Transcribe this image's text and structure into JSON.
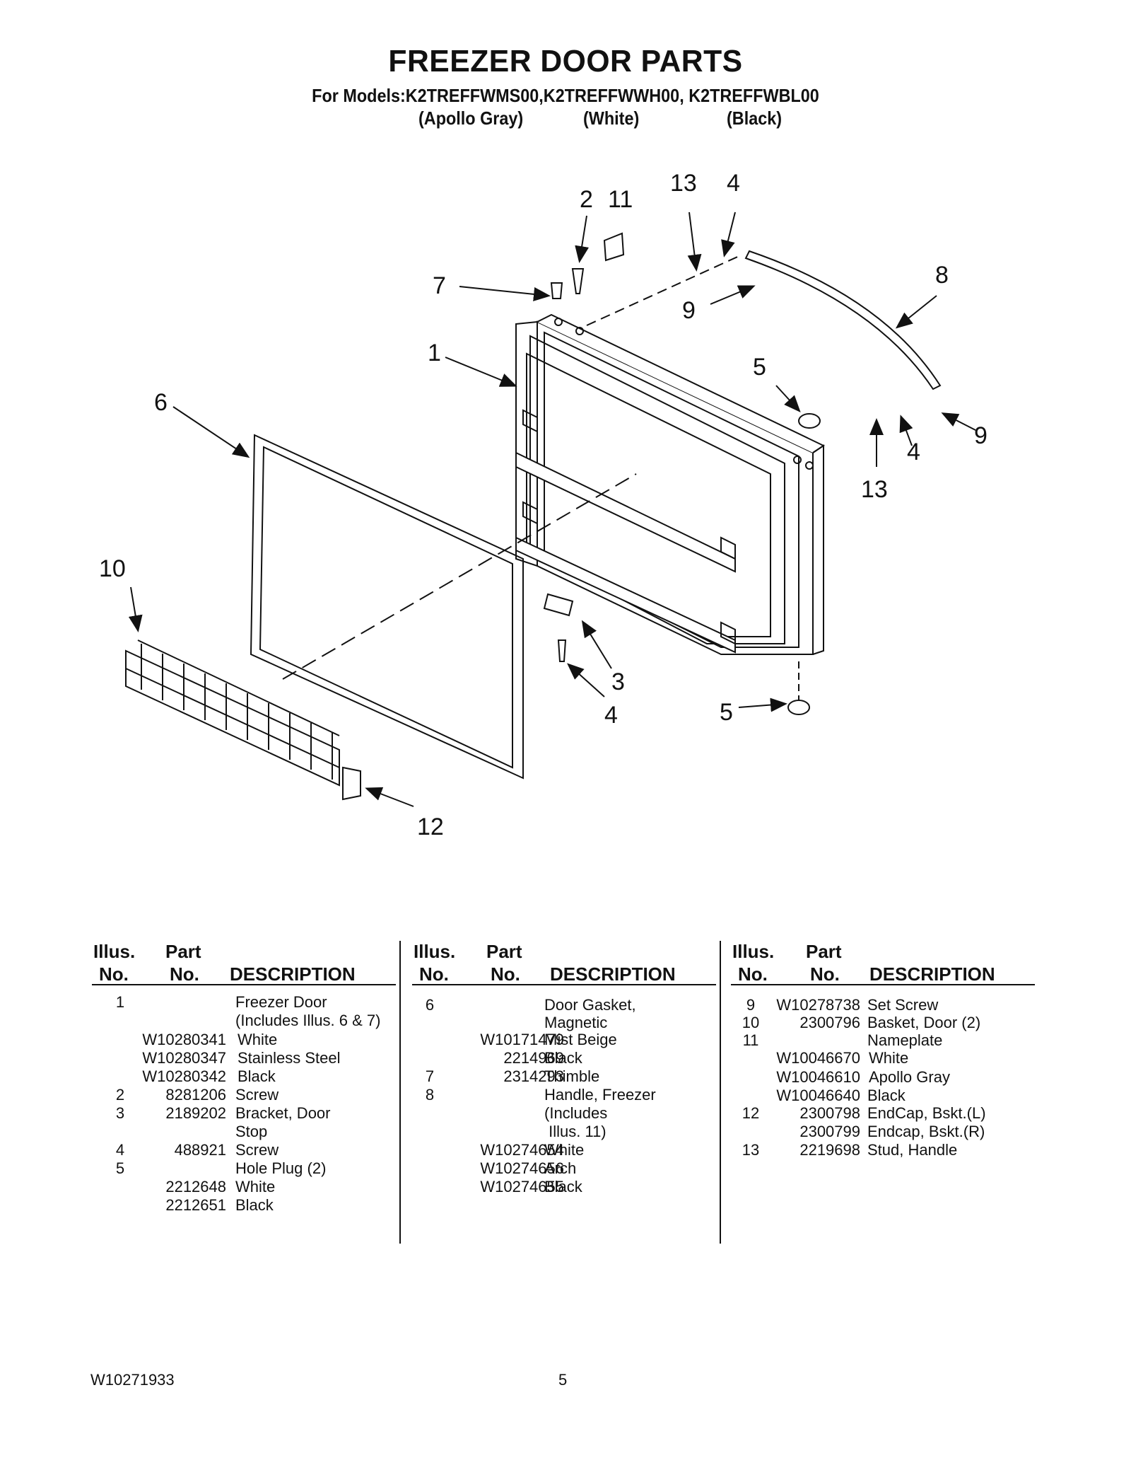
{
  "header": {
    "title": "FREEZER DOOR PARTS",
    "models": "For Models:K2TREFFWMS00,K2TREFFWWH00, K2TREFFWBL00",
    "variants": [
      "(Apollo Gray)",
      "(White)",
      "(Black)"
    ]
  },
  "callouts": [
    "2",
    "11",
    "13",
    "4",
    "7",
    "9",
    "8",
    "1",
    "5",
    "6",
    "4",
    "9",
    "13",
    "10",
    "3",
    "4",
    "5",
    "12"
  ],
  "table": {
    "headers": {
      "illus_top": "Illus.",
      "illus_bottom": "No.",
      "part_top": "Part",
      "part_bottom": "No.",
      "description": "DESCRIPTION"
    },
    "columns": [
      [
        {
          "illus": "1",
          "part": "",
          "desc": "Freezer Door"
        },
        {
          "illus": "",
          "part": "",
          "desc": "(Includes Illus. 6 & 7)"
        },
        {
          "illus": "",
          "part": "W10280341",
          "desc": "White"
        },
        {
          "illus": "",
          "part": "W10280347",
          "desc": "Stainless Steel"
        },
        {
          "illus": "",
          "part": "W10280342",
          "desc": "Black"
        },
        {
          "illus": "2",
          "part": "8281206",
          "desc": "Screw"
        },
        {
          "illus": "3",
          "part": "2189202",
          "desc": "Bracket, Door"
        },
        {
          "illus": "",
          "part": "",
          "desc": "Stop"
        },
        {
          "illus": "4",
          "part": "488921",
          "desc": "Screw"
        },
        {
          "illus": "5",
          "part": "",
          "desc": "Hole Plug (2)"
        },
        {
          "illus": "",
          "part": "2212648",
          "desc": "White"
        },
        {
          "illus": "",
          "part": "2212651",
          "desc": "Black"
        }
      ],
      [
        {
          "illus": "6",
          "part": "",
          "desc": "Door Gasket,"
        },
        {
          "illus": "",
          "part": "",
          "desc": "Magnetic"
        },
        {
          "illus": "",
          "part": "W10171479",
          "desc": "Mist Beige"
        },
        {
          "illus": "",
          "part": "2214969",
          "desc": "Black"
        },
        {
          "illus": "7",
          "part": "2314293",
          "desc": "Thimble"
        },
        {
          "illus": "8",
          "part": "",
          "desc": "Handle, Freezer"
        },
        {
          "illus": "",
          "part": "",
          "desc": "(Includes"
        },
        {
          "illus": "",
          "part": "",
          "desc": " Illus. 11)"
        },
        {
          "illus": "",
          "part": "W10274654",
          "desc": "White"
        },
        {
          "illus": "",
          "part": "W10274656",
          "desc": "Arch"
        },
        {
          "illus": "",
          "part": "W10274655",
          "desc": "Black"
        }
      ],
      [
        {
          "illus": "9",
          "part": "W10278738",
          "desc": "Set Screw"
        },
        {
          "illus": "10",
          "part": "2300796",
          "desc": "Basket, Door (2)"
        },
        {
          "illus": "11",
          "part": "",
          "desc": "Nameplate"
        },
        {
          "illus": "",
          "part": "W10046670",
          "desc": "White"
        },
        {
          "illus": "",
          "part": "W10046610",
          "desc": "Apollo Gray"
        },
        {
          "illus": "",
          "part": "W10046640",
          "desc": "Black"
        },
        {
          "illus": "12",
          "part": "2300798",
          "desc": "EndCap, Bskt.(L)"
        },
        {
          "illus": "",
          "part": "2300799",
          "desc": "Endcap, Bskt.(R)"
        },
        {
          "illus": "13",
          "part": "2219698",
          "desc": "Stud, Handle"
        }
      ]
    ]
  },
  "footer": {
    "doc_number": "W10271933",
    "page_number": "5"
  }
}
